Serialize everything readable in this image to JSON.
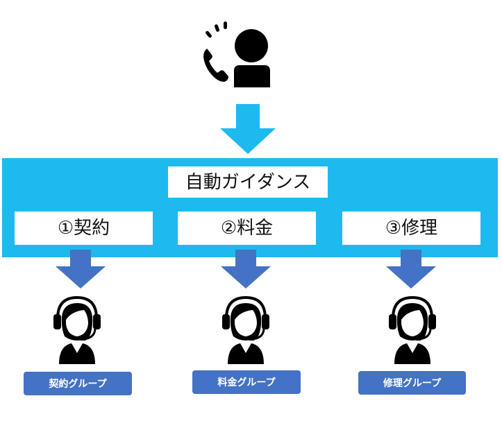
{
  "caller": {
    "icon": "caller-phone-icon"
  },
  "guidance": {
    "label": "自動ガイダンス"
  },
  "options": [
    {
      "label": "①契約"
    },
    {
      "label": "②料金"
    },
    {
      "label": "③修理"
    }
  ],
  "operators": [
    {
      "icon": "operator-headset-icon",
      "group": "契約グループ"
    },
    {
      "icon": "operator-headset-icon",
      "group": "料金グループ"
    },
    {
      "icon": "operator-headset-icon",
      "group": "修理グループ"
    }
  ],
  "colors": {
    "band": "#1eb9ee",
    "arrow_top": "#1eb9ee",
    "arrow_bottom": "#4472c4",
    "badge": "#4472c4",
    "icon": "#000000"
  }
}
